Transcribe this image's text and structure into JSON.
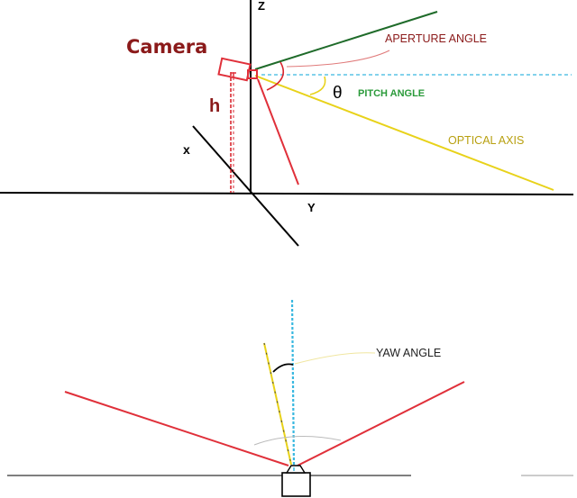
{
  "top_view": {
    "axis_z": "Z",
    "axis_y": "Y",
    "axis_x": "x",
    "camera_label": "Camera",
    "height_label": "h",
    "aperture_label": "APERTURE ANGLE",
    "theta_symbol": "θ",
    "pitch_label": "PITCH ANGLE",
    "optical_axis_label": "OPTICAL AXIS"
  },
  "bottom_view": {
    "yaw_label": "YAW ANGLE"
  },
  "colors": {
    "axis": "#000000",
    "camera": "#e0303a",
    "camera_text": "#8b1a1a",
    "aperture_green": "#1f6b2a",
    "pitch_green": "#2a9a3a",
    "optical_yellow": "#e8d21a",
    "reference_cyan": "#39b8e0",
    "height_red": "#d9262f"
  }
}
